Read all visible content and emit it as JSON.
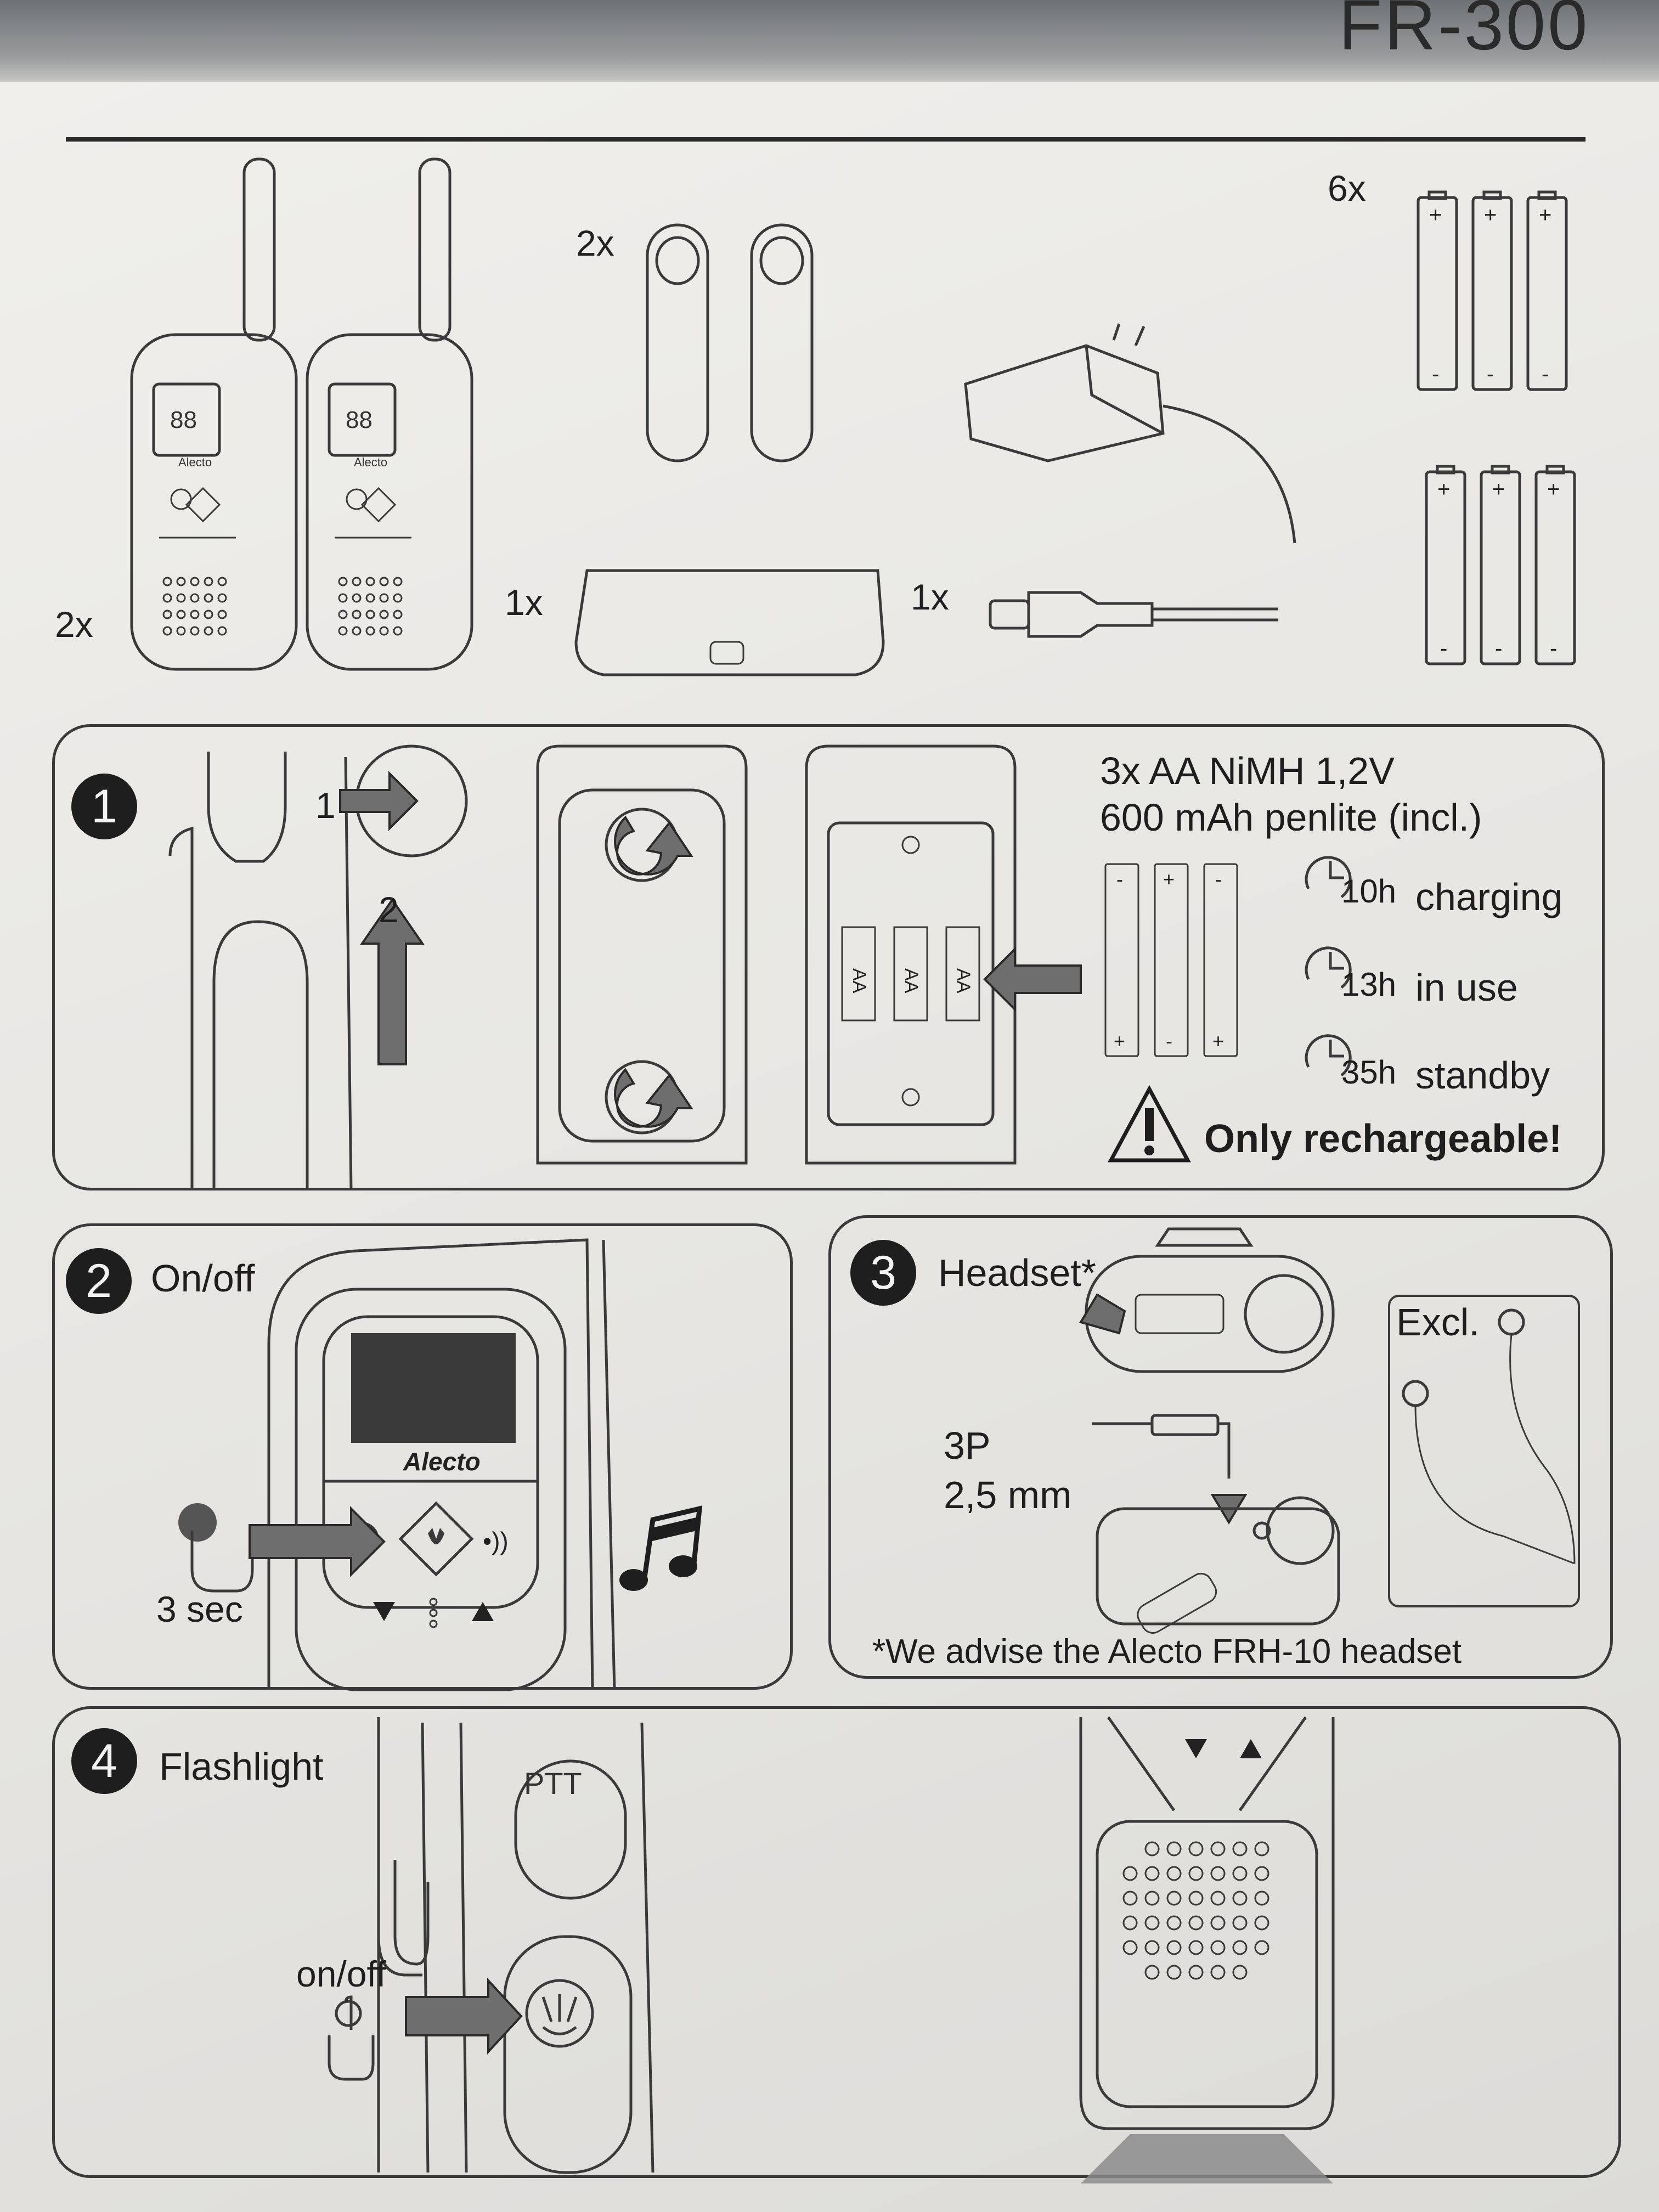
{
  "header": {
    "model": "FR-300"
  },
  "contents": {
    "walkie_qty": "2x",
    "clip_qty": "2x",
    "charger_qty": "1x",
    "cable_qty": "1x",
    "battery_qty": "6x",
    "device_brand": "Alecto"
  },
  "step1": {
    "number": "1",
    "arrow1_label": "1",
    "arrow2_label": "2",
    "battery_spec_line1": "3x AA NiMH 1,2V",
    "battery_spec_line2": "600 mAh penlite (incl.)",
    "charging": {
      "value": "10h",
      "label": "charging"
    },
    "in_use": {
      "value": "13h",
      "label": "in use"
    },
    "standby": {
      "value": "35h",
      "label": "standby"
    },
    "warning": "Only rechargeable!",
    "cell_label": "AA"
  },
  "step2": {
    "number": "2",
    "title": "On/off",
    "hold_time": "3 sec",
    "device_brand": "Alecto"
  },
  "step3": {
    "number": "3",
    "title": "Headset*",
    "plug_type": "3P",
    "plug_size": "2,5 mm",
    "excluded": "Excl.",
    "note": "*We advise the Alecto FRH-10 headset"
  },
  "step4": {
    "number": "4",
    "title": "Flashlight",
    "ptt_label": "PTT",
    "button_label": "on/off"
  },
  "colors": {
    "ink": "#1e1e1e",
    "paper": "#eceae6",
    "arrow": "#6e6e6e"
  }
}
